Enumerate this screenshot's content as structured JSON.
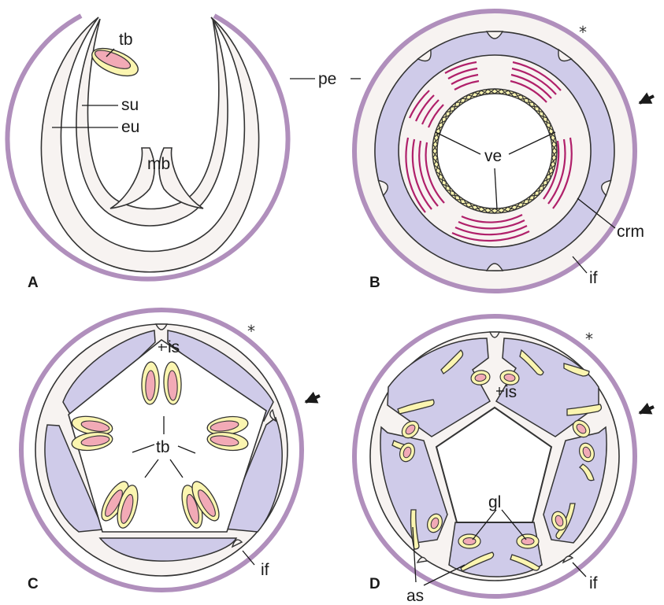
{
  "colors": {
    "perianth": "#b08fbc",
    "tissue": "#f7f3f1",
    "lilac": "#cfcbe9",
    "gland_outer": "#fbf5b0",
    "gland_inner": "#f2aab6",
    "muscle": "#b0206a",
    "vessel": "#f5ef9c",
    "outline": "#333333"
  },
  "panels": [
    {
      "id": "A",
      "label": "A"
    },
    {
      "id": "B",
      "label": "B"
    },
    {
      "id": "C",
      "label": "C"
    },
    {
      "id": "D",
      "label": "D"
    }
  ],
  "labels": {
    "tb_a": "tb",
    "su": "su",
    "eu": "eu",
    "mb": "mb",
    "pe": "pe",
    "ve": "ve",
    "crm": "crm",
    "if_b": "if",
    "is_c": "is",
    "tb_c": "tb",
    "if_c": "if",
    "is_d": "is",
    "gl": "gl",
    "as": "as",
    "if_d": "if"
  },
  "markers": {
    "asterisk": "*",
    "arrow": "arrow-icon"
  }
}
